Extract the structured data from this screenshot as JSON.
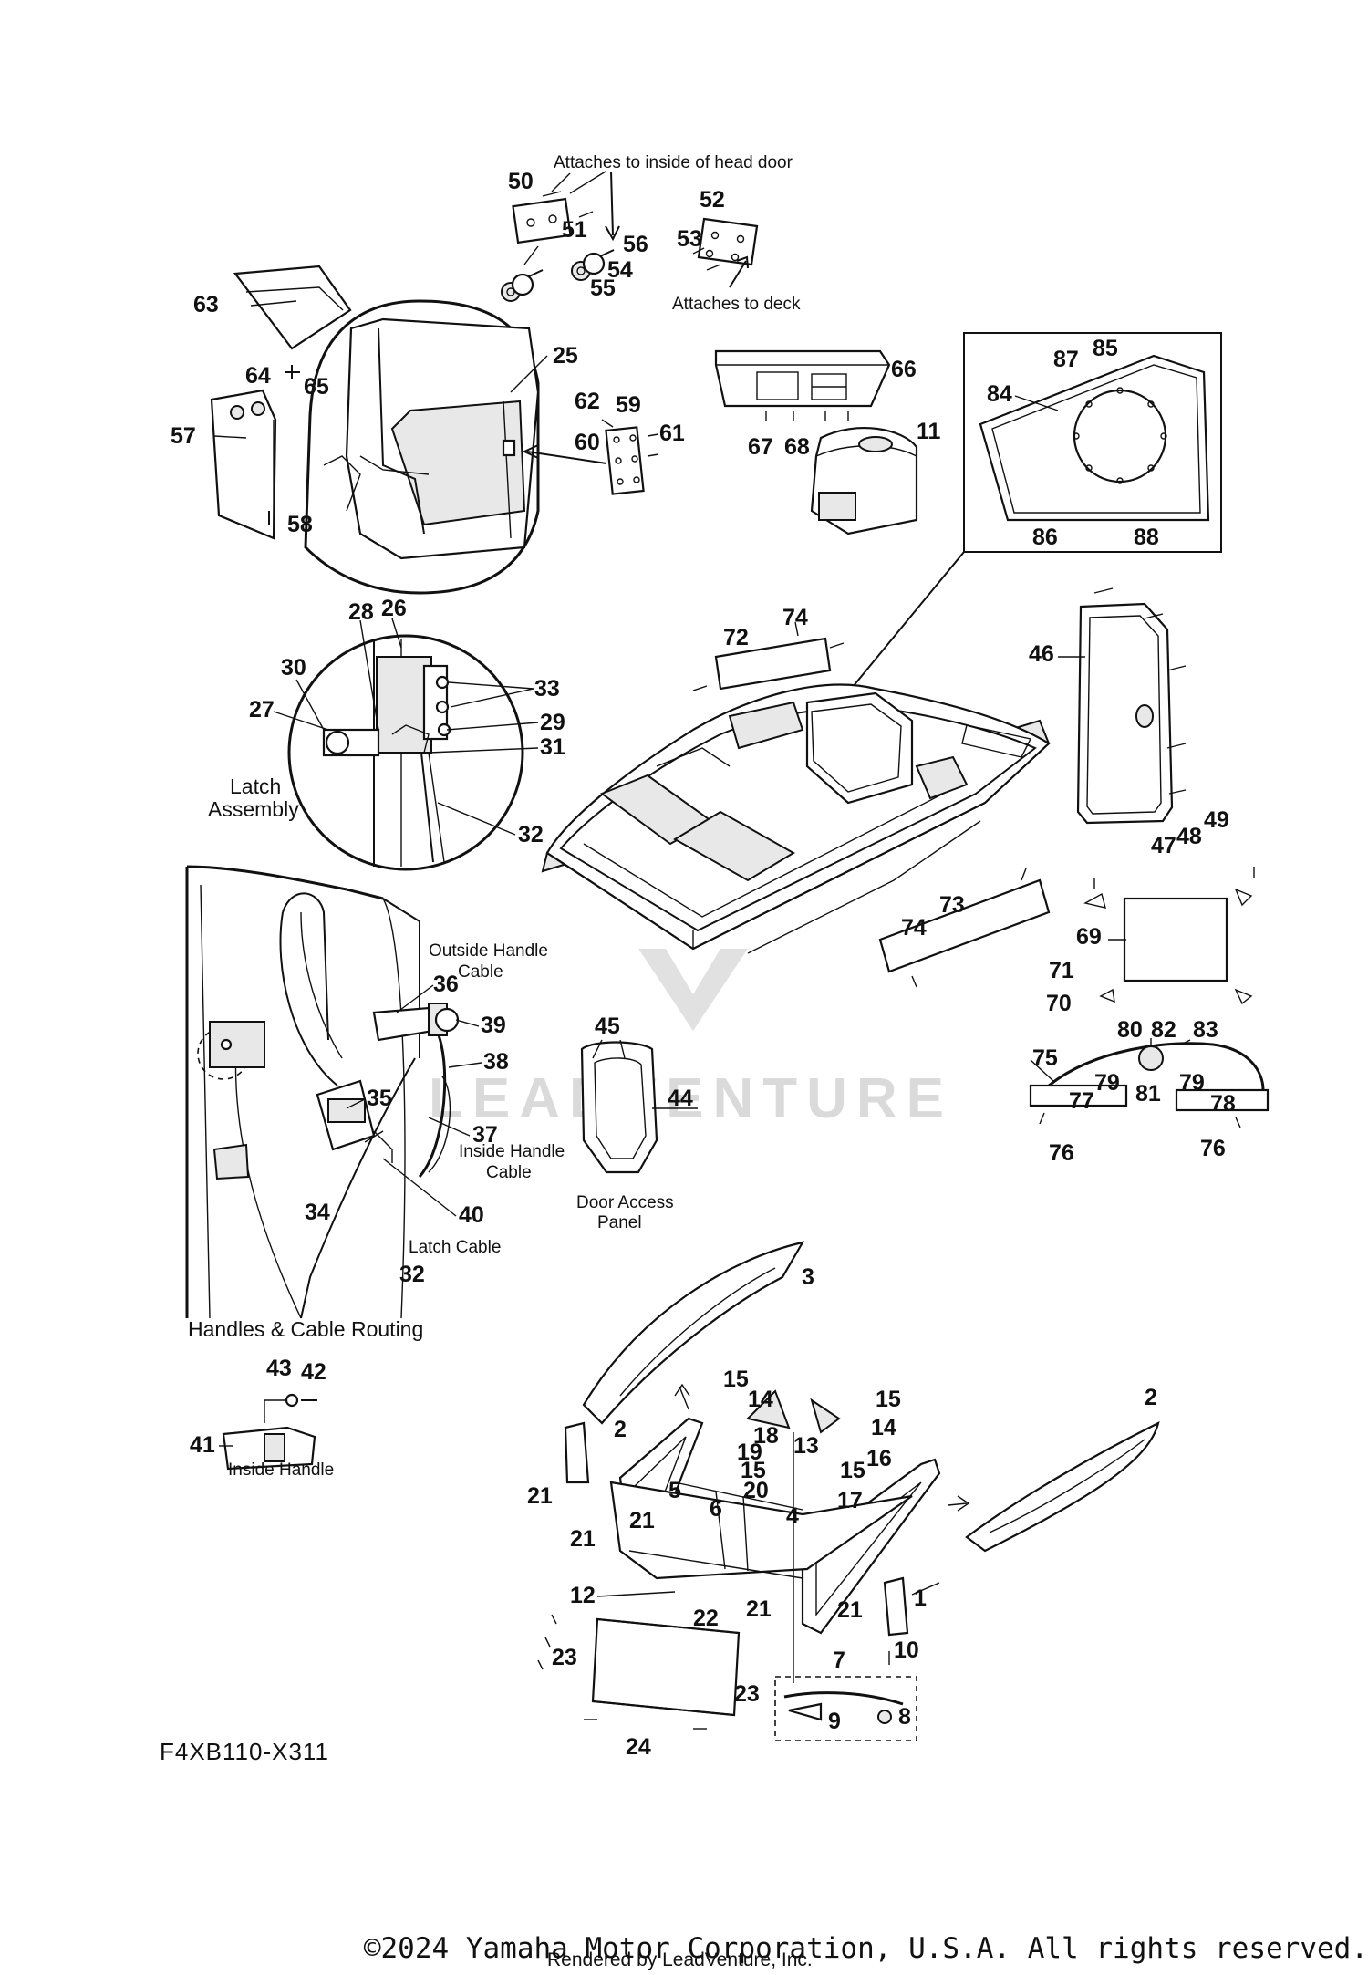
{
  "diagram": {
    "captions": {
      "head_door": "Attaches to inside of head door",
      "deck": "Attaches to deck",
      "latch_1": "Latch",
      "latch_2": "Assembly",
      "outside_cable_1": "Outside Handle",
      "outside_cable_2": "Cable",
      "inside_cable_1": "Inside Handle",
      "inside_cable_2": "Cable",
      "latch_cable": "Latch Cable",
      "handles_routing": "Handles & Cable Routing",
      "inside_handle": "Inside Handle",
      "door_panel_1": "Door Access",
      "door_panel_2": "Panel"
    },
    "callouts": [
      "1",
      "2",
      "2",
      "3",
      "4",
      "5",
      "6",
      "7",
      "8",
      "9",
      "10",
      "11",
      "12",
      "13",
      "14",
      "14",
      "15",
      "15",
      "15",
      "15",
      "16",
      "17",
      "18",
      "19",
      "20",
      "21",
      "21",
      "21",
      "21",
      "21",
      "22",
      "23",
      "23",
      "24",
      "25",
      "26",
      "27",
      "28",
      "29",
      "30",
      "31",
      "32",
      "32",
      "33",
      "34",
      "35",
      "36",
      "37",
      "38",
      "39",
      "40",
      "41",
      "42",
      "43",
      "44",
      "45",
      "46",
      "47",
      "48",
      "49",
      "50",
      "51",
      "52",
      "53",
      "54",
      "55",
      "56",
      "57",
      "58",
      "59",
      "60",
      "61",
      "62",
      "63",
      "64",
      "65",
      "66",
      "67",
      "68",
      "69",
      "70",
      "71",
      "72",
      "73",
      "74",
      "74",
      "75",
      "76",
      "76",
      "77",
      "78",
      "79",
      "79",
      "80",
      "81",
      "82",
      "83",
      "84",
      "85",
      "86",
      "87",
      "88"
    ],
    "watermark": "LEADVENTURE",
    "diagram_code": "F4XB110-X311"
  },
  "footer": {
    "copyright": "©2024 Yamaha Motor Corporation, U.S.A. All rights reserved.",
    "rendered_by": "Rendered by LeadVenture, Inc."
  }
}
